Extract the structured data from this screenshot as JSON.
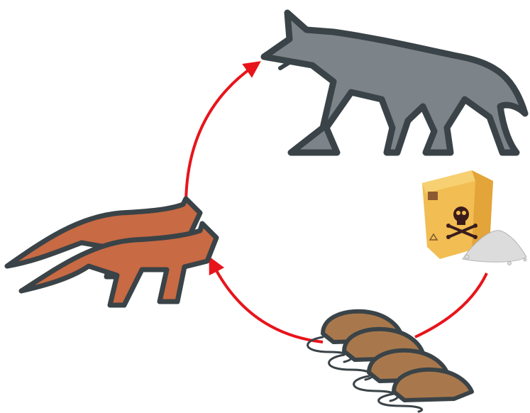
{
  "diagram": {
    "nodes": [
      {
        "id": "wolf",
        "icon": "wolf-icon",
        "color": "#7d8489"
      },
      {
        "id": "poison",
        "icon": "poison-box-icon",
        "color": "#f2bd52"
      },
      {
        "id": "rats",
        "icon": "rats-icon",
        "color": "#a8784c"
      },
      {
        "id": "foxes",
        "icon": "foxes-icon",
        "color": "#c86a43"
      }
    ],
    "edges": [
      {
        "from": "poison",
        "to": "rats"
      },
      {
        "from": "rats",
        "to": "foxes"
      },
      {
        "from": "foxes",
        "to": "wolf"
      }
    ],
    "colors": {
      "arrow": "#e8141b",
      "outline": "#3a4347"
    }
  }
}
